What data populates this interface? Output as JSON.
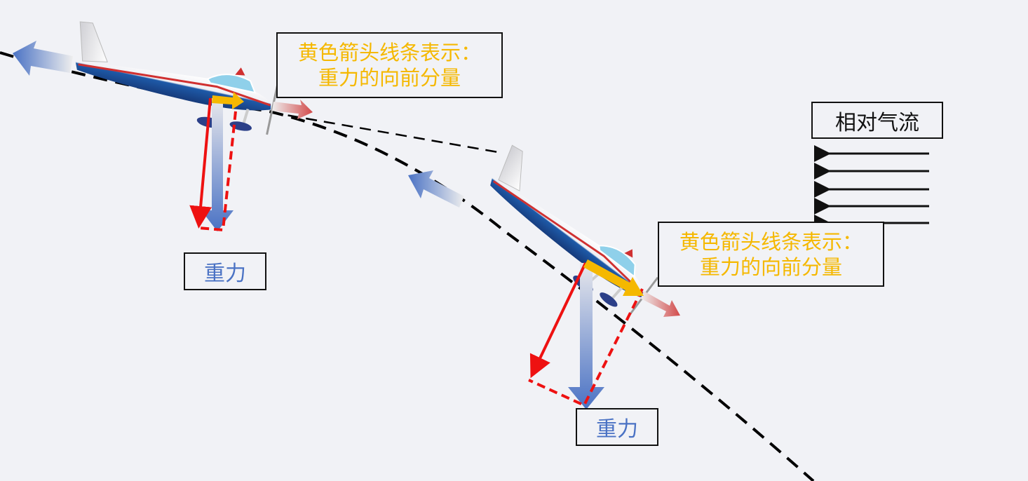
{
  "labels": {
    "note_line1": "黄色箭头线条表示：",
    "note_line2": "重力的向前分量",
    "gravity": "重力",
    "relative_airflow": "相对气流"
  },
  "colors": {
    "background": "#f1f2f6",
    "note_text": "#f5b800",
    "gravity_text": "#4a72c4",
    "component_lines": "#ee1111",
    "forward_component": "#f5b800"
  }
}
